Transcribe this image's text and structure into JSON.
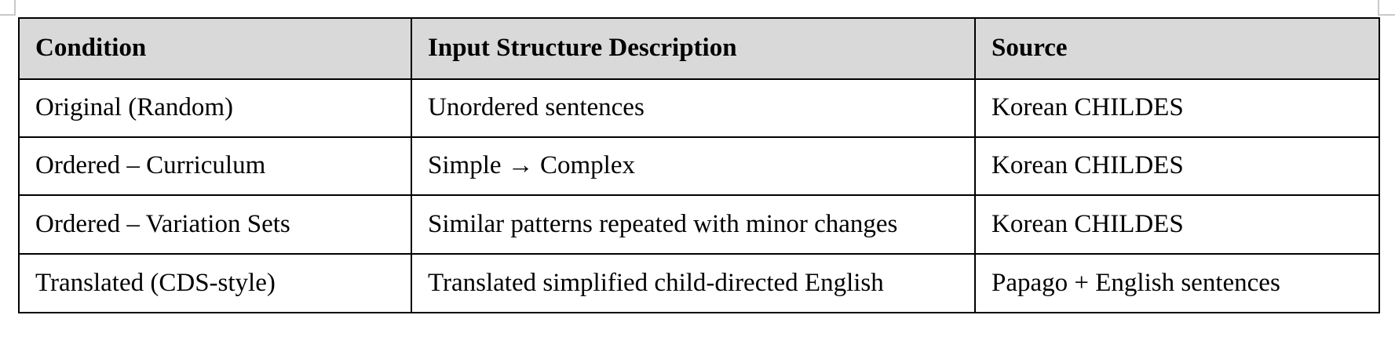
{
  "table": {
    "headers": [
      "Condition",
      "Input Structure Description",
      "Source"
    ],
    "rows": [
      [
        "Original (Random)",
        "Unordered sentences",
        "Korean CHILDES"
      ],
      [
        "Ordered – Curriculum",
        "Simple → Complex",
        "Korean CHILDES"
      ],
      [
        "Ordered – Variation Sets",
        "Similar patterns repeated with minor changes",
        "Korean CHILDES"
      ],
      [
        "Translated (CDS-style)",
        "Translated simplified child-directed English",
        "Papago + English sentences"
      ]
    ],
    "colors": {
      "header_background": "#d9d9d9",
      "border": "#000000",
      "text": "#000000"
    }
  }
}
